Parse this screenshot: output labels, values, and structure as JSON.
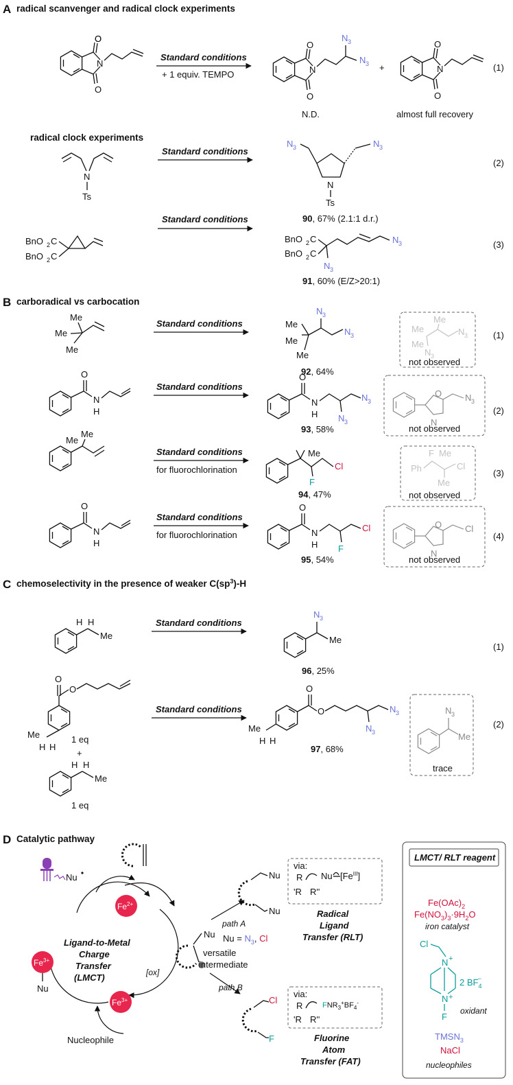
{
  "sections": {
    "A": {
      "letter": "A",
      "title": "radical scanvenger and radical clock experiments"
    },
    "B": {
      "letter": "B",
      "title": "carboradical vs carbocation"
    },
    "C": {
      "letter": "C",
      "title": "chemoselectivity in the presence of weaker C(sp",
      "title_sup": "3",
      "title_tail": ")-H"
    },
    "D": {
      "letter": "D",
      "title": "Catalytic pathway"
    }
  },
  "condition": "Standard conditions",
  "fluoro_condition": "for fluorochlorination",
  "tempo": "+ 1 equiv. TEMPO",
  "radical_clock_heading": "radical clock experiments",
  "eq": {
    "n1": "(1)",
    "n2": "(2)",
    "n3": "(3)",
    "n4": "(4)"
  },
  "atoms": {
    "O": "O",
    "N": "N",
    "H": "H",
    "F": "F",
    "Cl": "Cl",
    "Me": "Me",
    "Ts": "Ts",
    "N3": "N",
    "N3_sub": "3",
    "Et": "Me",
    "Ph": "Ph",
    "BnO2C": "BnO",
    "BnO2C_sub": "2",
    "BnO2C_tail": "C"
  },
  "A_labels": {
    "nd": "N.D.",
    "recovery": "almost full recovery",
    "plus": "+"
  },
  "products": {
    "p90": {
      "num": "90",
      "text": ", 67% (2.1:1 d.r.)"
    },
    "p91": {
      "num": "91",
      "text": ", 60% (E/Z>20:1)"
    },
    "p92": {
      "num": "92",
      "text": ", 64%"
    },
    "p93": {
      "num": "93",
      "text": ", 58%"
    },
    "p94": {
      "num": "94",
      "text": ", 47%"
    },
    "p95": {
      "num": "95",
      "text": ", 54%"
    },
    "p96": {
      "num": "96",
      "text": ", 25%"
    },
    "p97": {
      "num": "97",
      "text": ", 68%"
    }
  },
  "not_observed": "not observed",
  "trace": "trace",
  "one_eq": "1 eq",
  "plus": "+",
  "D": {
    "nu_rad": "Nu",
    "fe2": "Fe",
    "fe2_sup": "2+",
    "fe3": "Fe",
    "fe3_sup": "3+",
    "nu": "Nu",
    "lmct_1": "Ligand-to-Metal",
    "lmct_2": "Charge",
    "lmct_3": "Transfer",
    "lmct_4": "(LMCT)",
    "ox": "[ox]",
    "nucleophile": "Nucleophile",
    "path_a": "path A",
    "path_b": "path B",
    "nu_eq": "Nu = ",
    "nu_eq_n3": "N",
    "nu_eq_n3_sub": "3",
    "nu_eq_comma": ", ",
    "nu_eq_cl": "Cl",
    "versatile_1": "versatile",
    "versatile_2": "intermediate",
    "via": "via:",
    "r": "R",
    "r1": "'R",
    "r2": "R''",
    "fe_iii": "[Fe",
    "fe_iii_sup": "III",
    "fe_iii_close": "]",
    "fnr3": "NR",
    "fnr3_sub": "3",
    "fnr3_sup": "+",
    "fnr3_tail": "BF",
    "fnr3_tail_sub": "4",
    "fnr3_tail_sup": "-",
    "rlt_1": "Radical",
    "rlt_2": "Ligand",
    "rlt_3": "Transfer (RLT)",
    "fat_1": "Fluorine",
    "fat_2": "Atom",
    "fat_3": "Transfer (FAT)",
    "reagent_title": "LMCT/ RLT reagent",
    "fe_oac": "Fe(OAc)",
    "fe_oac_sub": "2",
    "fe_no3": "Fe(NO",
    "fe_no3_sub": "3",
    "fe_no3_mid": ")",
    "fe_no3_sub2": "3",
    "fe_no3_tail": "·9H",
    "fe_no3_sub3": "2",
    "fe_no3_end": "O",
    "iron_catalyst": "iron catalyst",
    "bf4": "2 BF",
    "bf4_sub": "4",
    "bf4_sup": "−",
    "plus_sign": "+",
    "oxidant": "oxidant",
    "tmsn3": "TMSN",
    "tmsn3_sub": "3",
    "nacl": "NaCl",
    "nucleophiles": "nucleophiles"
  },
  "colors": {
    "azide": "#6b73d9",
    "chloride": "#d0103a",
    "fluoride": "#0a9d9d",
    "iron": "#e8264d",
    "lamp": "#8a3fb5"
  }
}
